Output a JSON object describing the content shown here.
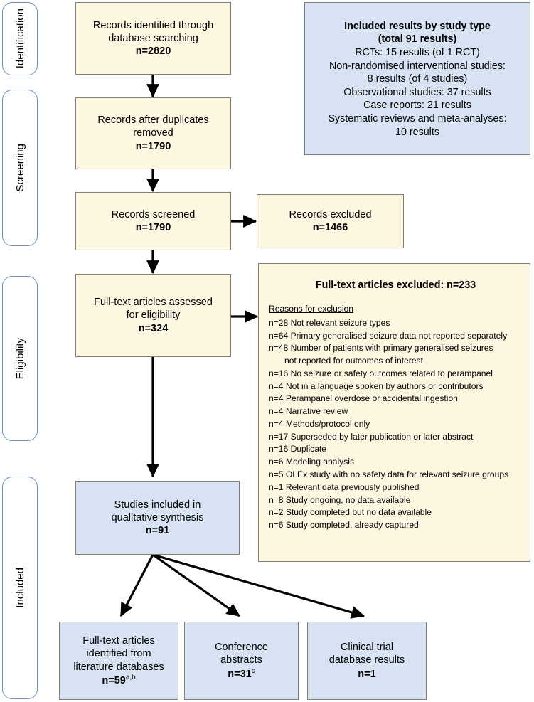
{
  "stages": [
    {
      "id": "identification",
      "label": "Identification"
    },
    {
      "id": "screening",
      "label": "Screening"
    },
    {
      "id": "eligibility",
      "label": "Eligibility"
    },
    {
      "id": "included",
      "label": "Included"
    }
  ],
  "nodes": {
    "records_identified": {
      "lines": [
        "Records identified through",
        "database searching"
      ],
      "count": "n=2820"
    },
    "records_after_duplicates": {
      "lines": [
        "Records after duplicates",
        "removed"
      ],
      "count": "n=1790"
    },
    "records_screened": {
      "lines": [
        "Records screened"
      ],
      "count": "n=1790"
    },
    "records_excluded": {
      "lines": [
        "Records excluded"
      ],
      "count": "n=1466"
    },
    "fulltext_assessed": {
      "lines": [
        "Full-text articles assessed",
        "for eligibility"
      ],
      "count": "n=324"
    },
    "studies_included": {
      "lines": [
        "Studies included in",
        "qualitative synthesis"
      ],
      "count": "n=91"
    },
    "fulltext_from_databases": {
      "lines": [
        "Full-text articles",
        "identified from",
        "literature databases"
      ],
      "count": "n=59",
      "superscript": "a,b"
    },
    "conference_abstracts": {
      "lines": [
        "Conference",
        "abstracts"
      ],
      "count": "n=31",
      "superscript": "c"
    },
    "clinical_trial_results": {
      "lines": [
        "Clinical trial",
        "database results"
      ],
      "count": "n=1",
      "superscript": ""
    }
  },
  "summary_panel": {
    "title_line1": "Included results by study type",
    "title_line2": "(total 91 results)",
    "rows": [
      "RCTs: 15 results (of 1 RCT)",
      "Non-randomised interventional studies:",
      "8 results (of 4 studies)",
      "Observational studies: 37 results",
      "Case reports: 21 results",
      "Systematic reviews and meta-analyses:",
      "10 results"
    ]
  },
  "exclusion_panel": {
    "title": "Full-text articles excluded: n=233",
    "subhead": "Reasons for exclusion",
    "reasons": [
      {
        "text": "n=28 Not relevant seizure types",
        "cont": ""
      },
      {
        "text": "n=64 Primary generalised seizure data not reported separately",
        "cont": ""
      },
      {
        "text": "n=48 Number of patients with primary generalised seizures",
        "cont": "not reported for outcomes of interest"
      },
      {
        "text": "n=16 No seizure or safety outcomes related to perampanel",
        "cont": ""
      },
      {
        "text": "n=4 Not in a language spoken by authors or contributors",
        "cont": ""
      },
      {
        "text": "n=4 Perampanel overdose or accidental ingestion",
        "cont": ""
      },
      {
        "text": "n=4 Narrative review",
        "cont": ""
      },
      {
        "text": "n=4 Methods/protocol only",
        "cont": ""
      },
      {
        "text": "n=17 Superseded by later publication or later abstract",
        "cont": ""
      },
      {
        "text": "n=16 Duplicate",
        "cont": ""
      },
      {
        "text": "n=6 Modeling analysis",
        "cont": ""
      },
      {
        "text": "n=5 OLEx study with no safety data for relevant seizure groups",
        "cont": ""
      },
      {
        "text": "n=1 Relevant data previously published",
        "cont": ""
      },
      {
        "text": "n=8 Study ongoing, no data available",
        "cont": ""
      },
      {
        "text": "n=2 Study completed but no data available",
        "cont": ""
      },
      {
        "text": "n=6 Study completed, already captured",
        "cont": ""
      }
    ]
  },
  "colors": {
    "cream_fill": "#FDF6E0",
    "blue_fill": "#D7E3F3",
    "node_border": "#7D7D72",
    "stage_border": "#6B8EC4",
    "connector": "#000000"
  }
}
